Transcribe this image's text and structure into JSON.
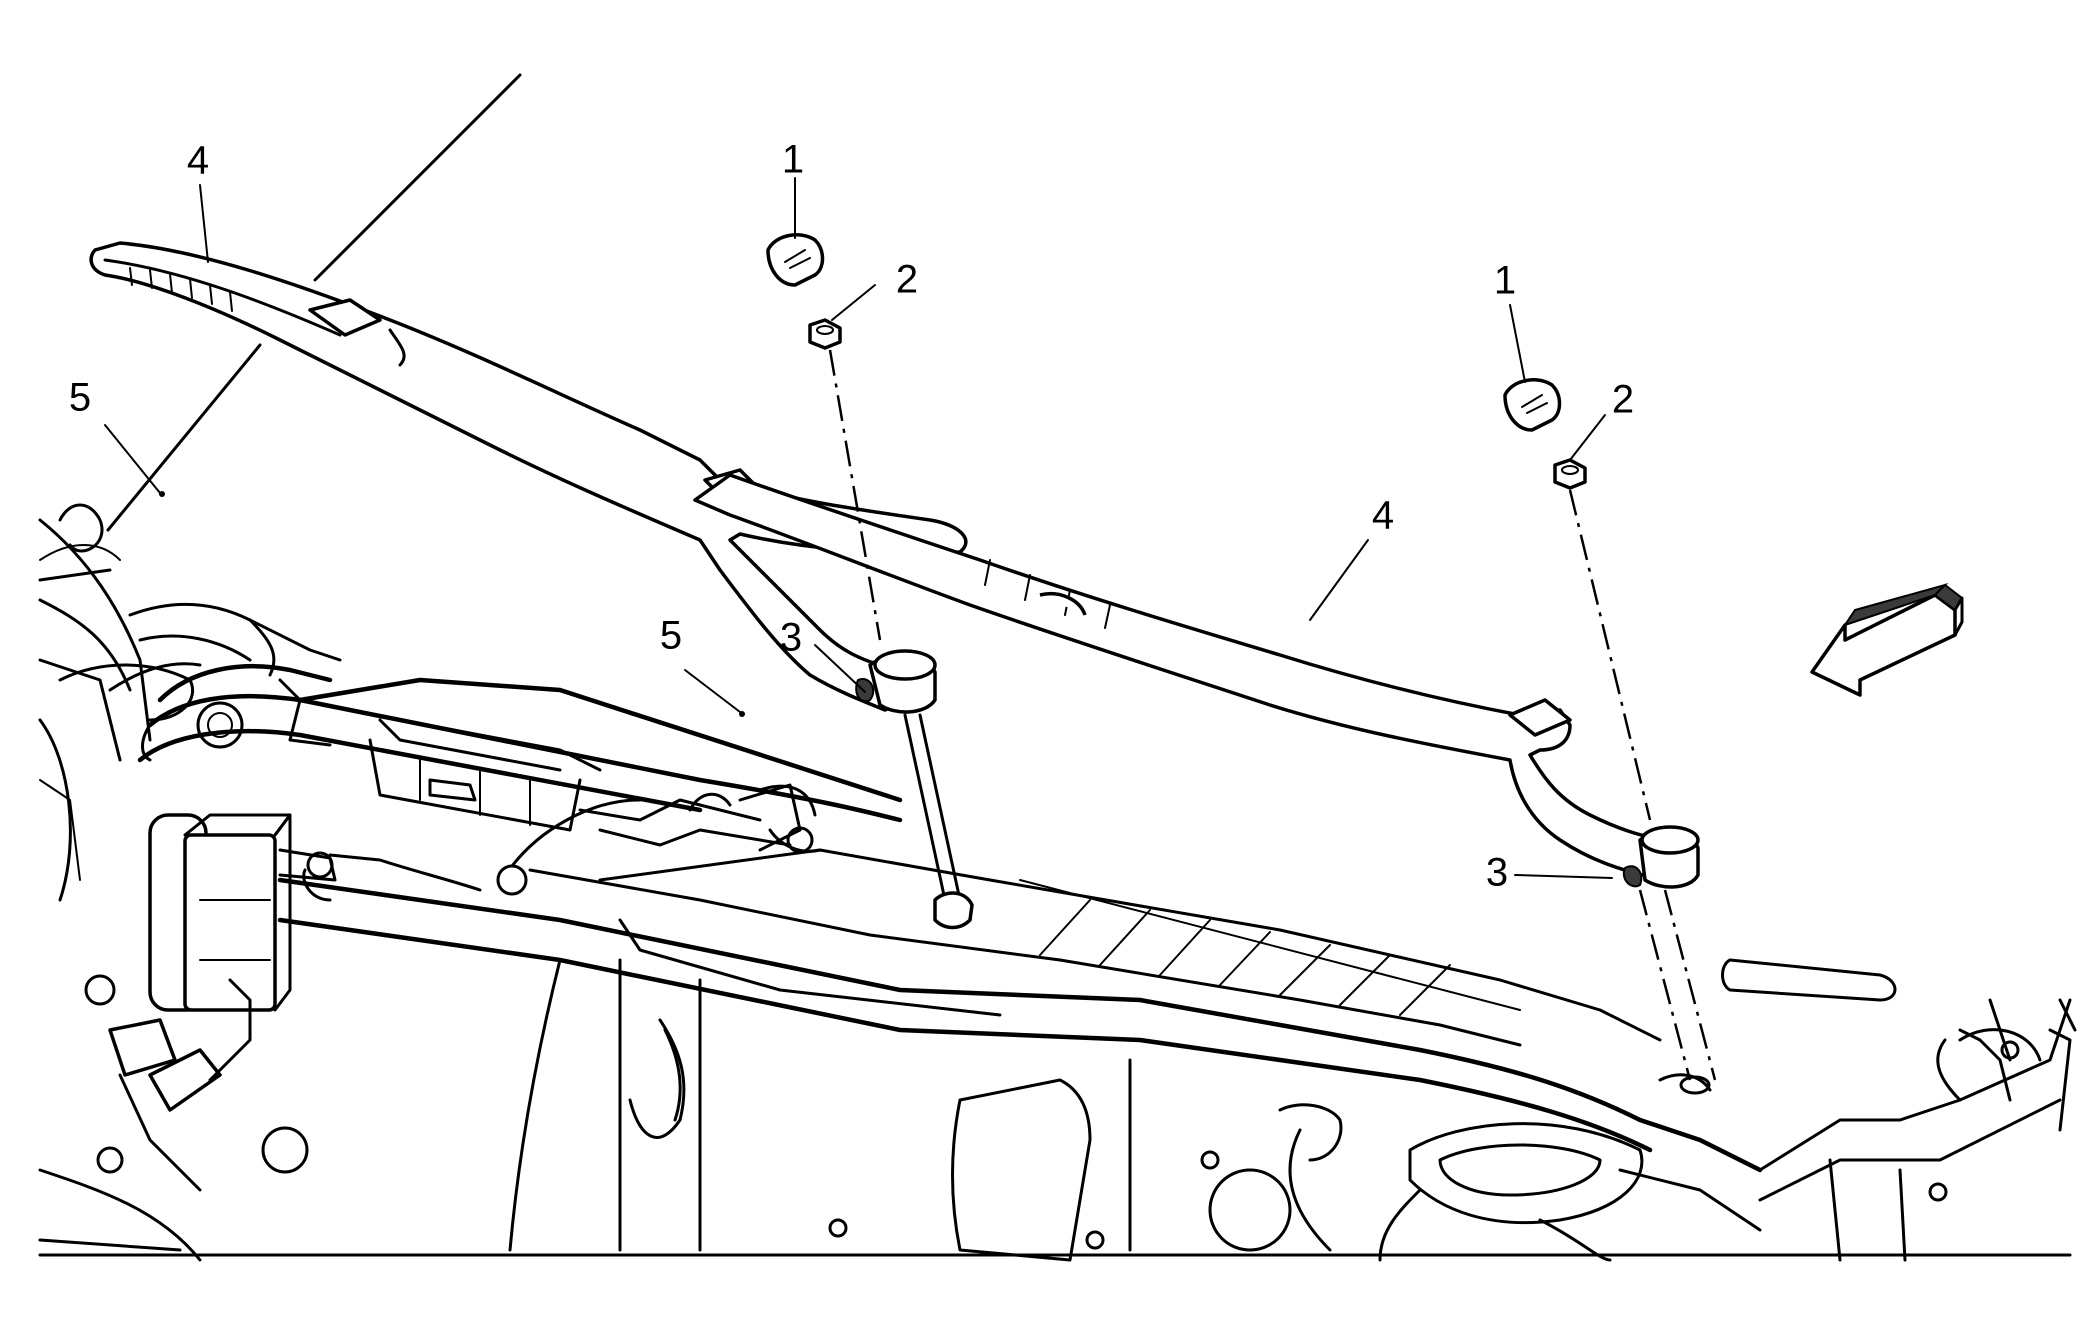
{
  "diagram": {
    "callouts": {
      "c1_left": "1",
      "c2_left": "2",
      "c1_right": "1",
      "c2_right": "2",
      "c3_left": "3",
      "c3_right": "3",
      "c4_left": "4",
      "c4_right": "4",
      "c5_left": "5",
      "c5_mid": "5"
    },
    "line_color": "#000000",
    "background": "#ffffff"
  }
}
